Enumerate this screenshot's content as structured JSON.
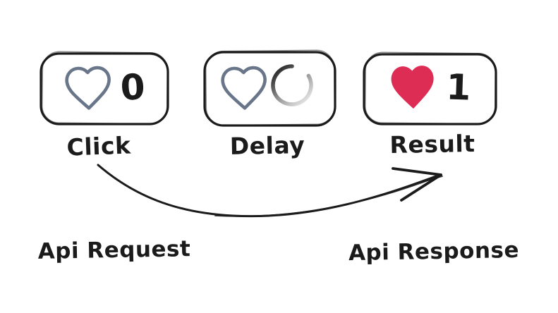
{
  "colors": {
    "ink": "#1b1b1b",
    "heart_outline": "#697689",
    "heart_fill": "#de2d55",
    "spinner_start": "#1e1e1e",
    "spinner_mid": "#9a9a9a",
    "spinner_end": "#ebebeb"
  },
  "stages": [
    {
      "id": "click",
      "label": "Click",
      "icon": "heart-outline-icon",
      "count": "0"
    },
    {
      "id": "delay",
      "label": "Delay",
      "icon": "heart-outline-icon",
      "secondary_icon": "spinner-icon"
    },
    {
      "id": "result",
      "label": "Result",
      "icon": "heart-filled-icon",
      "count": "1"
    }
  ],
  "arrow": {
    "from": "Click",
    "to": "Result"
  },
  "annotations": [
    {
      "text": "Api Request"
    },
    {
      "text": "Api Response"
    }
  ]
}
